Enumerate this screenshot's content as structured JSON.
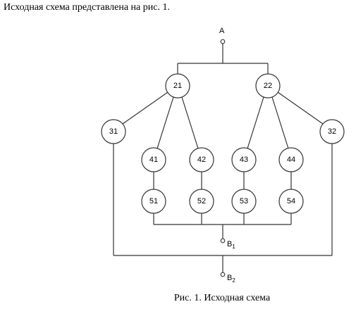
{
  "intro_text": "Исходная схема представлена на рис. 1.",
  "caption": "Рис. 1. Исходная схема",
  "terminals": {
    "a": {
      "label": "A"
    },
    "b1": {
      "label": "B",
      "sub": "1"
    },
    "b2": {
      "label": "B",
      "sub": "2"
    }
  },
  "nodes": [
    {
      "id": "n21",
      "label": "21"
    },
    {
      "id": "n22",
      "label": "22"
    },
    {
      "id": "n31",
      "label": "31"
    },
    {
      "id": "n32",
      "label": "32"
    },
    {
      "id": "n41",
      "label": "41"
    },
    {
      "id": "n42",
      "label": "42"
    },
    {
      "id": "n43",
      "label": "43"
    },
    {
      "id": "n44",
      "label": "44"
    },
    {
      "id": "n51",
      "label": "51"
    },
    {
      "id": "n52",
      "label": "52"
    },
    {
      "id": "n53",
      "label": "53"
    },
    {
      "id": "n54",
      "label": "54"
    }
  ]
}
